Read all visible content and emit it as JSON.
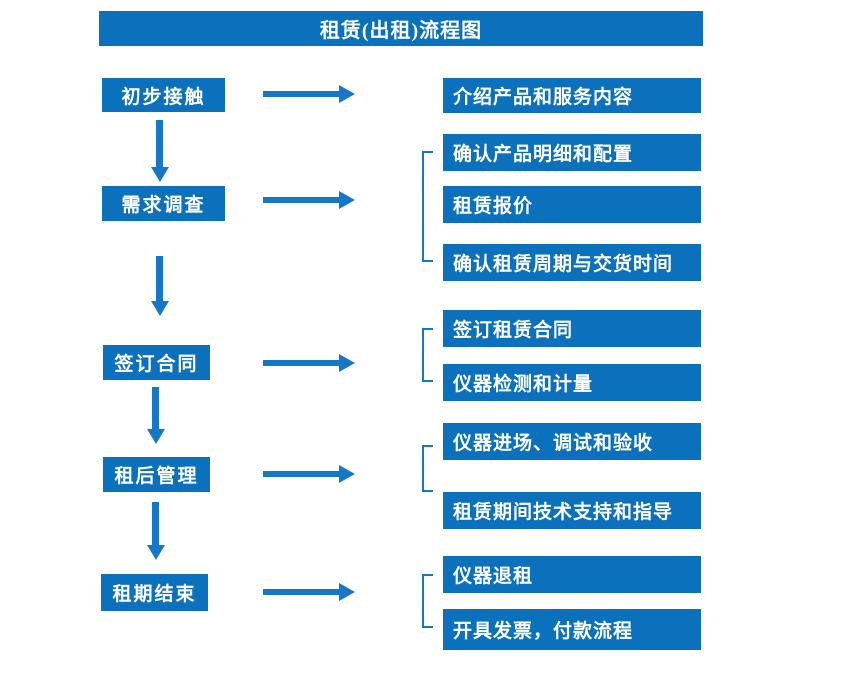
{
  "title": "租赁(出租)流程图",
  "colors": {
    "box_blue": "#0c71bc",
    "arrow_blue": "#1677c9",
    "text": "#ffffff",
    "background": "#ffffff"
  },
  "stages": [
    {
      "label": "初步接触",
      "details": [
        "介绍产品和服务内容"
      ]
    },
    {
      "label": "需求调查",
      "details": [
        "确认产品明细和配置",
        "租赁报价",
        "确认租赁周期与交货时间"
      ]
    },
    {
      "label": "签订合同",
      "details": [
        "签订租赁合同",
        "仪器检测和计量"
      ]
    },
    {
      "label": "租后管理",
      "details": [
        "仪器进场、调试和验收",
        "租赁期间技术支持和指导"
      ]
    },
    {
      "label": "租期结束",
      "details": [
        "仪器退租",
        "开具发票，付款流程"
      ]
    }
  ],
  "icons": {
    "right_arrow": "arrow-right-icon",
    "down_arrow": "arrow-down-icon",
    "bracket": "bracket-connector-icon"
  }
}
